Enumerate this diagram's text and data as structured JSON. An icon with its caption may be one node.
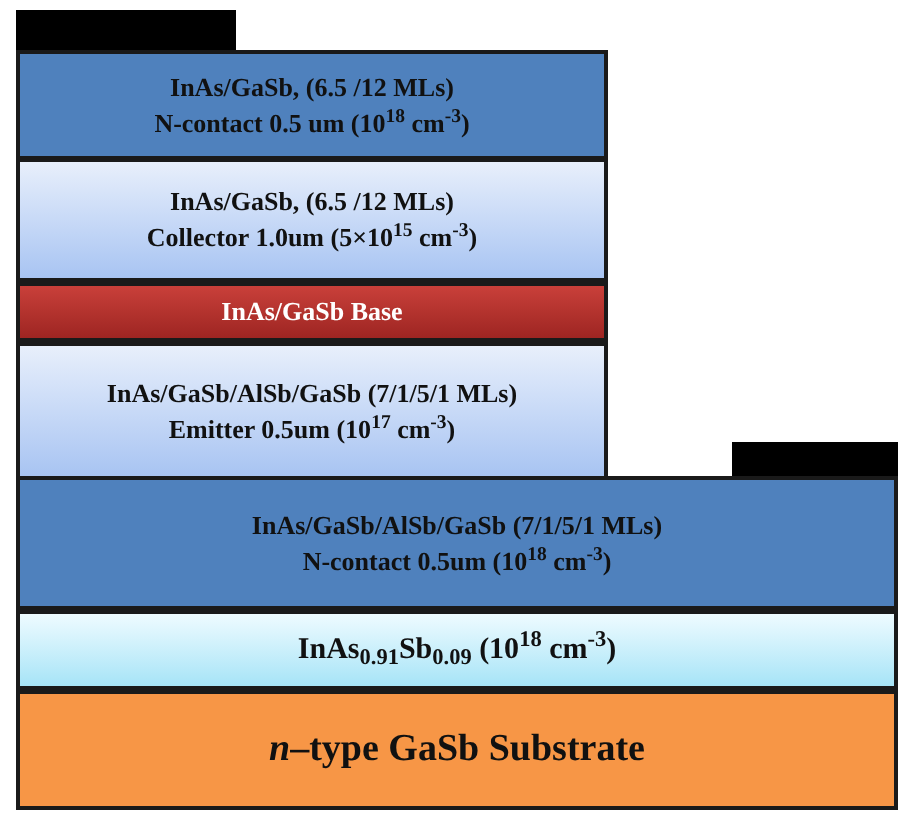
{
  "diagram": {
    "nodes": [
      {
        "text": [],
        "shape": "bar"
      },
      {
        "text": [
          "InAs/GaSb, (6.5 /12 MLs)",
          "N-contact 0.5 um (10$^{18}$ cm$^{-3}$)"
        ]
      },
      {
        "text": [
          "InAs/GaSb, (6.5 /12 MLs)",
          "Collector 1.0um (5×10$^{15}$ cm$^{-3}$)"
        ]
      },
      {
        "text": [
          "InAs/GaSb Base"
        ]
      },
      {
        "text": [
          "InAs/GaSb/AlSb/GaSb (7/1/5/1 MLs)",
          "Emitter 0.5um (10$^{17}$ cm$^{-3}$)"
        ]
      },
      {
        "text": [],
        "shape": "bar"
      },
      {
        "text": [
          "InAs/GaSb/AlSb/GaSb (7/1/5/1 MLs)",
          "N-contact 0.5um (10$^{18}$ cm$^{-3}$)"
        ]
      },
      {
        "text": [
          "InAs$_{0.91}$Sb$_{0.09}$ (10$^{18}$ cm$^{-3}$)"
        ]
      },
      {
        "text": [
          "*n*–type GaSb Substrate"
        ]
      }
    ]
  }
}
